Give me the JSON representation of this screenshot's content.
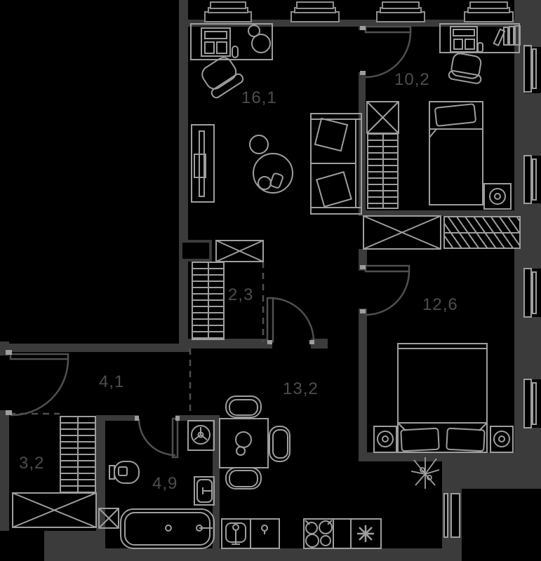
{
  "plan": {
    "name": "apartment-floor-plan",
    "rooms": [
      {
        "id": "living-room",
        "area": "16,1"
      },
      {
        "id": "bedroom-small",
        "area": "10,2"
      },
      {
        "id": "walk-in-closet",
        "area": "2,3"
      },
      {
        "id": "bedroom-master",
        "area": "12,6"
      },
      {
        "id": "hallway",
        "area": "4,1"
      },
      {
        "id": "kitchen-living",
        "area": "13,2"
      },
      {
        "id": "storage",
        "area": "3,2"
      },
      {
        "id": "bathroom",
        "area": "4,9"
      }
    ],
    "colors": {
      "background": "#000000",
      "wall": "#3b3b3b",
      "furniture_line": "#9e9e9e",
      "door_line": "#4f4f4f",
      "label": "#4d4d4d"
    }
  }
}
